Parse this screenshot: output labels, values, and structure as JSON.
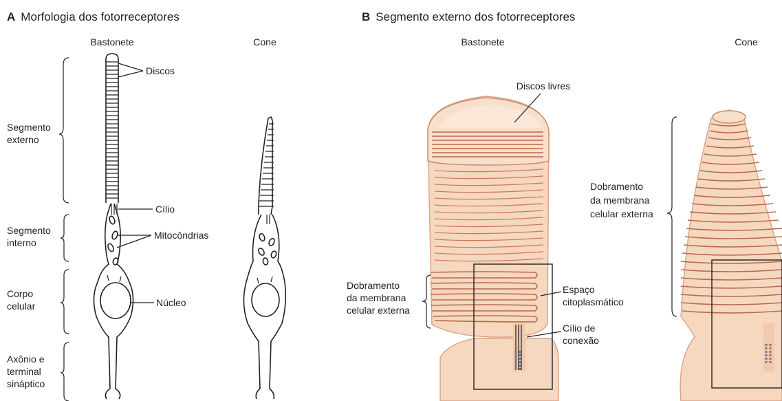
{
  "panelA": {
    "letter": "A",
    "title": "Morfologia dos fotorreceptores",
    "rod_label": "Bastonete",
    "cone_label": "Cone",
    "regions": [
      {
        "line1": "Segmento",
        "line2": "externo"
      },
      {
        "line1": "Segmento",
        "line2": "interno"
      },
      {
        "line1": "Corpo",
        "line2": "celular"
      },
      {
        "line1": "Axônio e",
        "line2": "terminal",
        "line3": "sináptico"
      }
    ],
    "callouts": {
      "discos": "Discos",
      "cilio": "Cílio",
      "mitocondrias": "Mitocôndrias",
      "nucleo": "Núcleo"
    }
  },
  "panelB": {
    "letter": "B",
    "title": "Segmento externo dos fotorreceptores",
    "rod_label": "Bastonete",
    "cone_label": "Cone",
    "discos_livres": "Discos livres",
    "dobramento_left": {
      "line1": "Dobramento",
      "line2": "da membrana",
      "line3": "celular externa"
    },
    "espaco": {
      "line1": "Espaço",
      "line2": "citoplasmático"
    },
    "cilio_conexao": {
      "line1": "Cílio de",
      "line2": "conexão"
    },
    "dobramento_right": {
      "line1": "Dobramento",
      "line2": "da membrana",
      "line3": "celular externa"
    }
  },
  "colors": {
    "membrane_fill": "#f6d7bf",
    "membrane_line": "#c97a5a",
    "ink": "#222222"
  }
}
